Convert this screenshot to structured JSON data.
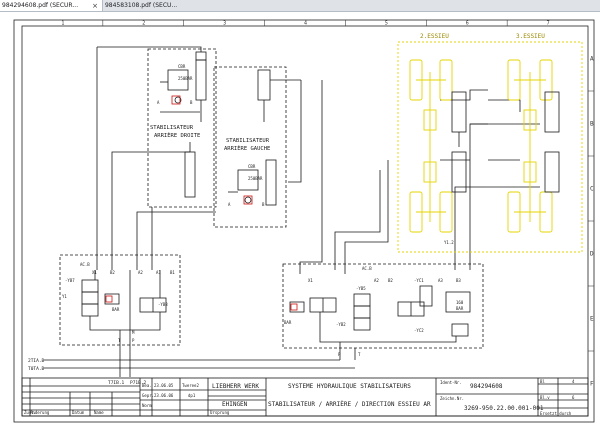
{
  "tabs": [
    {
      "label": "984294608.pdf (SECUR...",
      "close": "×"
    },
    {
      "label": "984583108.pdf (SECU..."
    }
  ],
  "grid": {
    "cols": [
      "1",
      "2",
      "3",
      "4",
      "5",
      "6",
      "7"
    ],
    "rows": [
      "A",
      "B",
      "C",
      "D",
      "E",
      "F"
    ]
  },
  "groups": {
    "right_title": "STABILISATEUR\nARRIÈRE DROITE",
    "left_title": "STABILISATEUR\nARRIÈRE GAUCHE",
    "axle2": "2.ESSIEU",
    "axle3": "3.ESSIEU"
  },
  "valve_labels": {
    "cb_right": "CBR",
    "rating_right": "250BAR",
    "cb_left": "CBR",
    "rating_left": "250BAR",
    "port_a": "A",
    "port_b": "B",
    "port_t": "T",
    "port_p": "P",
    "block1_id": "-YB7",
    "block1_x": "X1",
    "block1_a1": "A1",
    "block1_b1": "B1",
    "block1_a2": "A2",
    "block1_b2": "B2",
    "block1_y": "Y1",
    "block1_y2": "-YB8",
    "block1_bar": "BAR",
    "block1_p": "P",
    "block1_t": "T",
    "block1_m": "M",
    "block2_id": "-YB5",
    "block2_id2": "-YB2",
    "block2_x": "X1",
    "block2_a": "A2",
    "block2_b": "B2",
    "block2_z1": "-YC1",
    "block2_z2": "-YC2",
    "block2_a3": "A3",
    "block2_b3": "B3",
    "block2_bar": "BAR",
    "block2_lbar": "160\nBAR",
    "block2_p": "P",
    "block2_t": "T",
    "aux1": "AC.B",
    "aux2": "AC.B",
    "aux3": "Y1.2"
  },
  "lines": {
    "left_1": "2TIA.B",
    "left_2": "T0TA.B",
    "bot_1": "T7IB.1",
    "bot_2": "P71B.2"
  },
  "titleblock": {
    "date_label": "Bea.",
    "date1": "23.06.05",
    "name1": "Tweree2",
    "date_label2": "Gepr.",
    "date2": "23.06.06",
    "name2": "dp1",
    "norm": "Norm",
    "company": "LIEBHERR WERK",
    "city": "EHINGEN",
    "title1": "SYSTEME HYDRAULIQUE STABILISATEURS",
    "title2": "STABILISATEUR / ARRIÈRE / DIRECTION ESSIEU AR",
    "ident_label": "Ident-Nr.",
    "ident": "984294608",
    "draw_label": "Zeichn.Nr.",
    "drawing": "3269-950.22.00.001-001",
    "sheet_label": "Bl",
    "sheet": "4",
    "sheets_label": "Bl.v",
    "sheets": "6",
    "change_label": "Änderung",
    "date_col": "Datum",
    "name_col": "Name",
    "zust": "Zust.",
    "urspr": "Ursprung",
    "ersetzt": "Ersetzt durch"
  }
}
